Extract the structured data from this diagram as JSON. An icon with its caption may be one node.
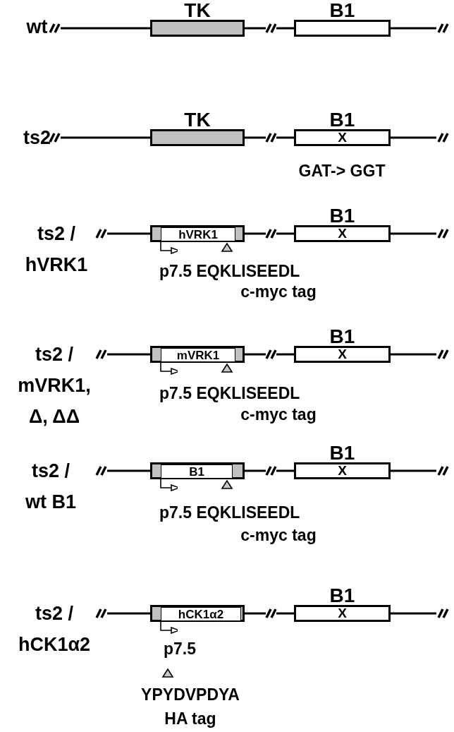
{
  "diagram": {
    "nodes": [
      {
        "text": [
          "TK"
        ]
      },
      {
        "text": [
          "B1"
        ]
      },
      {
        "text": [
          "TK"
        ]
      },
      {
        "text": [
          "B1",
          "X"
        ]
      },
      {
        "text": [],
        "shape": "box"
      },
      {
        "text": [
          "hVRK1"
        ],
        "in": 4
      },
      {
        "text": [
          "B1",
          "X"
        ]
      },
      {
        "text": [],
        "shape": "box"
      },
      {
        "text": [
          "mVRK1"
        ],
        "in": 7
      },
      {
        "text": [
          "B1",
          "X"
        ]
      },
      {
        "text": [],
        "shape": "box"
      },
      {
        "text": [
          "B1"
        ],
        "in": 10
      },
      {
        "text": [
          "B1",
          "X"
        ]
      },
      {
        "text": [],
        "shape": "box"
      },
      {
        "text": [
          "hCK1α2"
        ],
        "in": 13
      },
      {
        "text": [
          "B1",
          "X"
        ]
      }
    ],
    "labels": [
      "wt",
      "ts2",
      "GAT-> GGT",
      "ts2 / hVRK1",
      "p7.5 EQKLISEEDL",
      "c-myc tag",
      "ts2 / mVRK1, Δ, ΔΔ",
      "p7.5 EQKLISEEDL",
      "c-myc tag",
      "ts2 / wt B1",
      "p7.5 EQKLISEEDL",
      "c-myc tag",
      "ts2 / hCK1α2",
      "p7.5",
      "YPYDVPDYA",
      "HA tag"
    ]
  }
}
